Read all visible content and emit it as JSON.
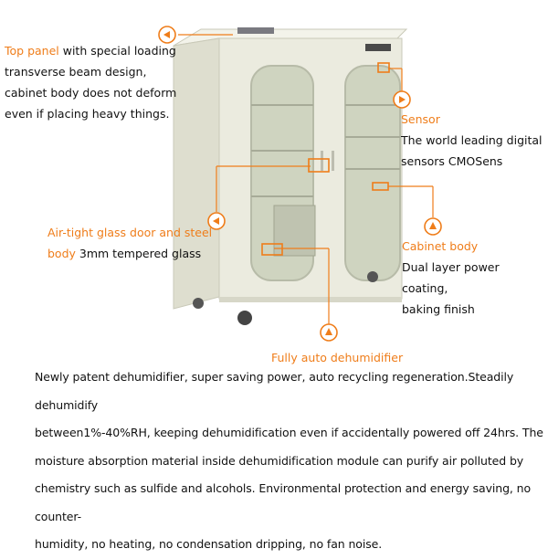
{
  "callouts": {
    "top_panel": {
      "title": "Top panel",
      "lines": [
        "with special loading",
        "transverse beam design,",
        "cabinet body does not deform",
        "even if placing heavy things."
      ]
    },
    "sensor": {
      "title": "Sensor",
      "lines": [
        "The world leading digital",
        "sensors CMOSens"
      ]
    },
    "glass_door": {
      "title_line1": "Air-tight glass door and steel",
      "title_line2": "body",
      "detail": "3mm tempered glass"
    },
    "cabinet_body": {
      "title": "Cabinet body",
      "lines": [
        "Dual layer power coating,",
        "baking finish"
      ]
    },
    "dehumidifier": {
      "title": "Fully auto dehumidifier"
    }
  },
  "description_lines": [
    "Newly patent dehumidifier, super saving power, auto recycling regeneration.Steadily dehumidify",
    "between1%-40%RH, keeping dehumidification even if accidentally powered off 24hrs. The",
    "moisture absorption material inside dehumidification module can purify air polluted by",
    "chemistry such as sulfide and alcohols. Environmental protection and  energy saving, no counter-",
    "humidity, no heating, no condensation dripping, no fan noise."
  ],
  "colors": {
    "accent": "#ef7d1a",
    "cabinet": "#ebebdf",
    "glass": "#cfd4c0"
  },
  "icons": {
    "callout": "circle-arrow-icon"
  }
}
